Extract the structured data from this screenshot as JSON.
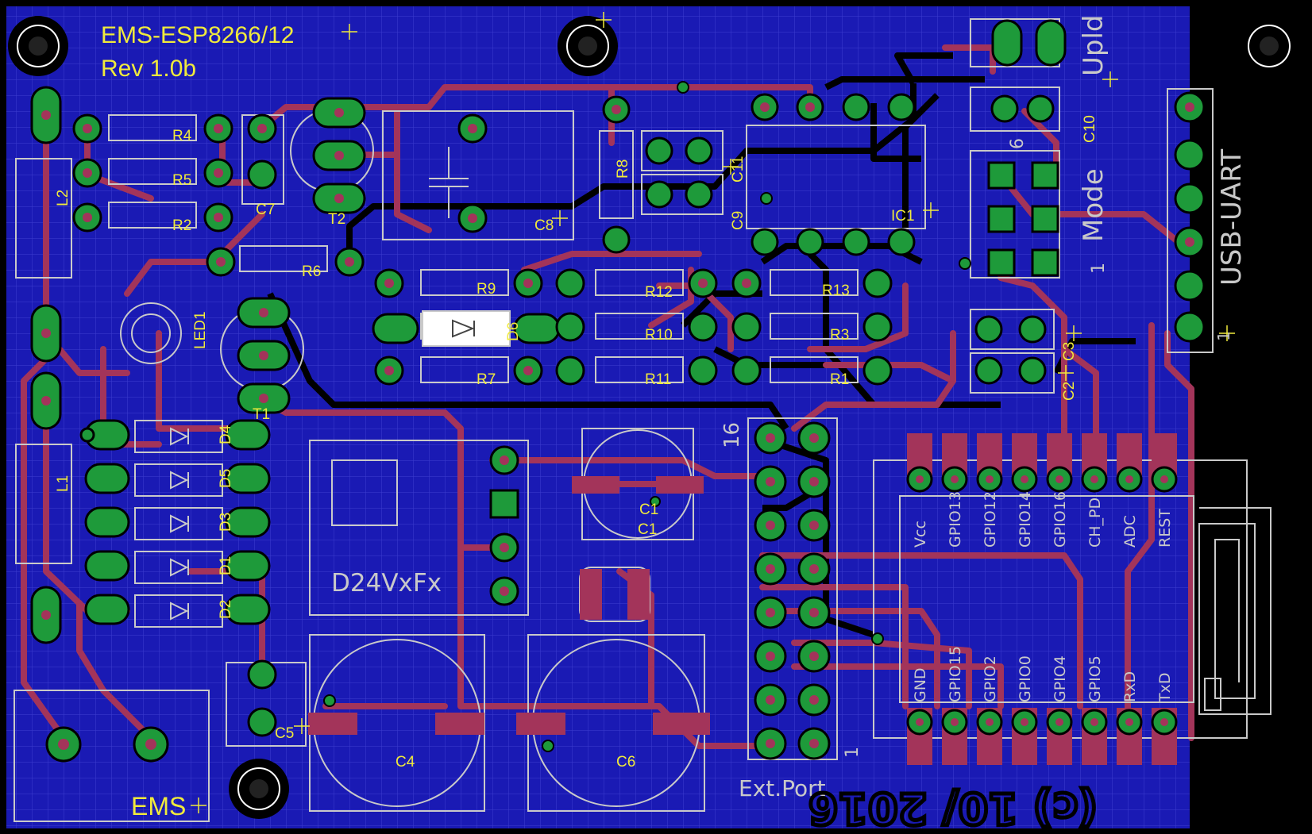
{
  "board": {
    "title": "EMS-ESP8266/12",
    "revision": "Rev 1.0b",
    "connector_ems": "EMS",
    "ext_port": "Ext.Port",
    "year_text": "(c) 10/ 2016",
    "usb_uart": "USB-UART",
    "upld": "Upld",
    "mode": "Mode",
    "regulator": "D24VxFx",
    "pin16": "16",
    "pin1": "1",
    "pin6": "6"
  },
  "components": {
    "resistors": [
      "R1",
      "R2",
      "R3",
      "R4",
      "R5",
      "R6",
      "R7",
      "R8",
      "R9",
      "R10",
      "R11",
      "R12",
      "R13"
    ],
    "capacitors": [
      "C1",
      "C1",
      "C2",
      "C3",
      "C4",
      "C5",
      "C6",
      "C7",
      "C8",
      "C9",
      "C10",
      "C11"
    ],
    "diodes": [
      "D1",
      "D2",
      "D3",
      "D4",
      "D5",
      "D6"
    ],
    "transistors": [
      "T1",
      "T2"
    ],
    "inductors": [
      "L1",
      "L2"
    ],
    "led": "LED1",
    "ic": "IC1"
  },
  "esp_pins": {
    "top": [
      "Vcc",
      "GPIO13",
      "GPIO12",
      "GPIO14",
      "GPIO16",
      "CH_PD",
      "ADC",
      "REST"
    ],
    "bottom": [
      "GND",
      "GPIO15",
      "GPIO2",
      "GPIO0",
      "GPIO4",
      "GPIO5",
      "RxD",
      "TxD"
    ]
  },
  "colors": {
    "background": "#000000",
    "copper_bottom": "#1a1ab4",
    "trace_top": "#a3345a",
    "pad": "#1e9a3a",
    "silk_labels": "#f0ea3c",
    "silk_outline": "#c9c9c9"
  }
}
